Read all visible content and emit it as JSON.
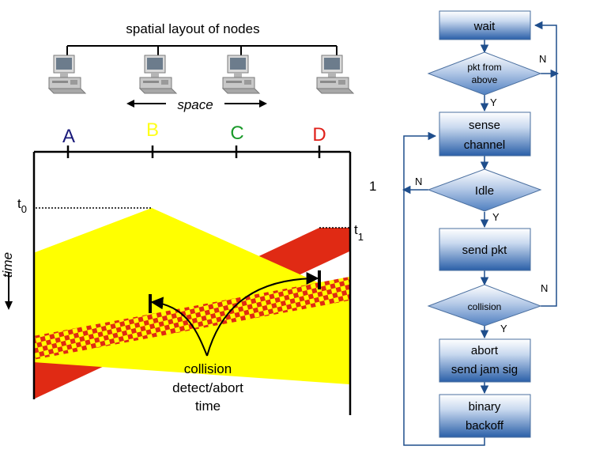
{
  "spacetime": {
    "title": "spatial layout of nodes",
    "space_label": "space",
    "time_label": "time",
    "nodes": [
      {
        "label": "A",
        "color": "#1a1a7a"
      },
      {
        "label": "B",
        "color": "#ffff1a"
      },
      {
        "label": "C",
        "color": "#1a9a2a"
      },
      {
        "label": "D",
        "color": "#e0201a"
      }
    ],
    "t0_base": "t",
    "t0_sub": "0",
    "t1_base": "t",
    "t1_sub": "1",
    "collision_label": [
      "collision",
      "detect/abort",
      "time"
    ],
    "colors": {
      "yellow": "#ffff00",
      "red": "#e02a14",
      "checker_red": "#e02a14",
      "checker_yellow": "#ffff00"
    }
  },
  "stray_mark": "1",
  "flowchart": {
    "steps": {
      "wait": "wait",
      "pkt_from_above": [
        "pkt from",
        "above"
      ],
      "sense_channel": [
        "sense",
        "channel"
      ],
      "idle": "Idle",
      "send_pkt": "send pkt",
      "collision": "collision",
      "abort": [
        "abort",
        "send jam sig"
      ],
      "backoff": [
        "binary",
        "backoff"
      ]
    },
    "branches": {
      "pkt_yes": "Y",
      "pkt_no": "N",
      "idle_yes": "Y",
      "idle_no": "N",
      "coll_yes": "Y",
      "coll_no": "N"
    },
    "colors": {
      "box_top": "#ffffff",
      "box_bottom": "#2a5fa8",
      "diamond_top": "#ffffff",
      "diamond_bottom": "#4f7fc0"
    }
  }
}
